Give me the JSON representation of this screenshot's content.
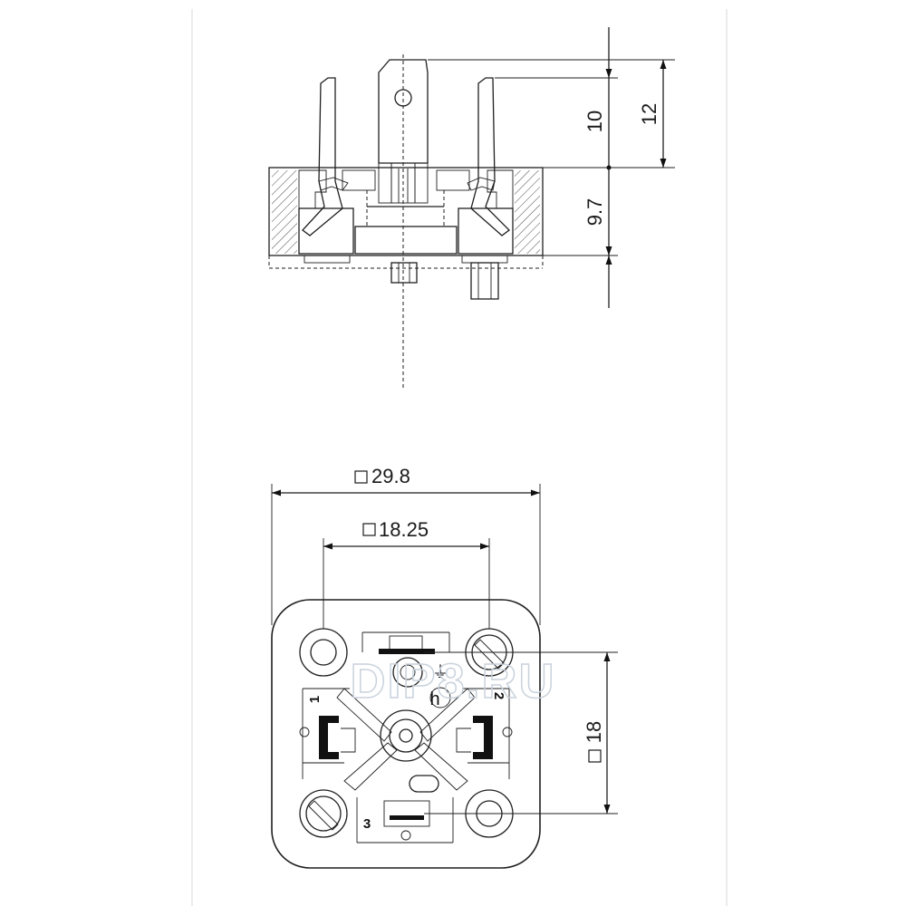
{
  "side_view": {
    "dim_contact_height": "10",
    "dim_total_height": "12",
    "dim_body_height": "9.7"
  },
  "bottom_view": {
    "dim_outer_square": "29.8",
    "dim_hole_pitch": "18.25",
    "dim_pin_square": "18",
    "pin_labels": [
      "1",
      "2",
      "3"
    ],
    "earth_symbol": "⏚",
    "earth_letter": "h"
  },
  "watermark": "DIP8.RU",
  "colors": {
    "contact_fill": "#cfe0f5",
    "hatch": "#4a4a4a",
    "background": "#ffffff",
    "frame_line": "#d8d8d8"
  }
}
